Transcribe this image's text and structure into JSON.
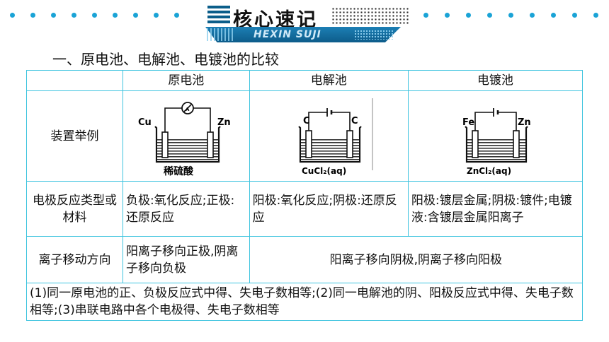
{
  "header": {
    "title": "核心速记",
    "subtitle": "HEXIN SUJI",
    "accent_color": "#1aa3d6",
    "band_color": "#0d5c8a"
  },
  "section_heading": "一、原电池、电解池、电镀池的比较",
  "table": {
    "columns": [
      "",
      "原电池",
      "电解池",
      "电镀池"
    ],
    "rows": {
      "device": {
        "label": "装置举例",
        "galvanic": {
          "left_electrode": "Cu",
          "right_electrode": "Zn",
          "electrolyte": "稀硫酸",
          "meter": "A"
        },
        "electrolytic": {
          "left_electrode": "C",
          "right_electrode": "C",
          "electrolyte": "CuCl₂(aq)"
        },
        "plating": {
          "left_electrode": "Fe",
          "right_electrode": "Zn",
          "electrolyte": "ZnCl₂(aq)"
        }
      },
      "electrode": {
        "label": "电极反应类型或材料",
        "galvanic": "负极:氧化反应;正极:还原反应",
        "electrolytic": "阳极:氧化反应;阴极:还原反应",
        "plating": "阳极:镀层金属;阴极:镀件;电镀液:含镀层金属阳离子"
      },
      "ion": {
        "label": "离子移动方向",
        "galvanic": "阳离子移向正极,阴离子移向负极",
        "shared": "阳离子移向阴极,阴离子移向阳极"
      }
    },
    "note": "(1)同一原电池的正、负极反应式中得、失电子数相等;(2)同一电解池的阴、阳极反应式中得、失电子数相等;(3)串联电路中各个电极得、失电子数相等"
  }
}
